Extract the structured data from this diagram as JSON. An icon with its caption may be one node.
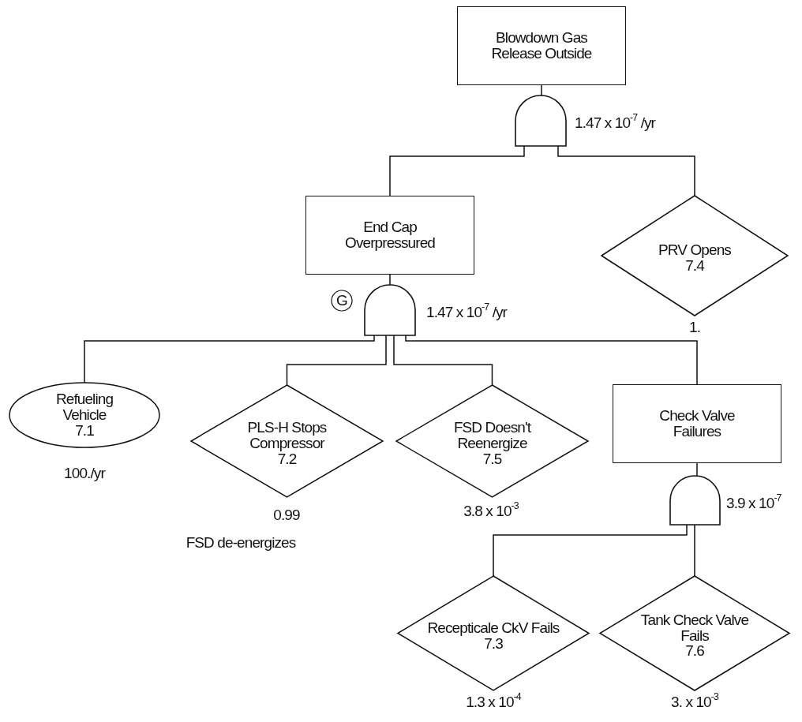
{
  "diagram": {
    "nodes": [
      {
        "text": [
          "Blowdown Gas Release Outside"
        ]
      },
      {
        "text": [],
        "shape": "gate",
        "beside": [
          "1.47 x 10$^{-7}$ /yr"
        ]
      },
      {
        "text": [
          "End Cap Overpressured"
        ]
      },
      {
        "text": [
          "PRV Opens",
          "7.4"
        ],
        "beside": [
          "1."
        ]
      },
      {
        "text": [
          "G"
        ]
      },
      {
        "text": [],
        "shape": "gate",
        "beside": [
          "1.47 x 10$^{-7}$ /yr"
        ]
      },
      {
        "text": [
          "Refueling Vehicle",
          "7.1"
        ],
        "beside": [
          "100./yr"
        ]
      },
      {
        "text": [
          "PLS-H Stops Compressor",
          "7.2"
        ],
        "beside": [
          "0.99",
          "FSD de-energizes"
        ]
      },
      {
        "text": [
          "FSD Doesn't Reenergize",
          "7.5"
        ],
        "beside": [
          "3.8 x 10$^{-3}$"
        ]
      },
      {
        "text": [
          "Check Valve Failures"
        ]
      },
      {
        "text": [],
        "shape": "gate",
        "beside": [
          "3.9 x 10$^{-7}$"
        ]
      },
      {
        "text": [
          "Recepticale CkV Fails",
          "7.3"
        ],
        "beside": [
          "1.3 x 10$^{-4}$"
        ]
      },
      {
        "text": [
          "Tank Check Valve Fails",
          "7.6"
        ],
        "beside": [
          "3. x 10$^{-3}$"
        ]
      }
    ],
    "edges": [
      {
        "from": 0,
        "to": 1,
        "arrow": "none"
      },
      {
        "from": 1,
        "to": 2,
        "arrow": "none"
      },
      {
        "from": 1,
        "to": 3,
        "arrow": "none"
      },
      {
        "from": 2,
        "to": 5,
        "arrow": "none"
      },
      {
        "from": 5,
        "to": 6,
        "arrow": "none"
      },
      {
        "from": 5,
        "to": 7,
        "arrow": "none"
      },
      {
        "from": 5,
        "to": 8,
        "arrow": "none"
      },
      {
        "from": 5,
        "to": 9,
        "arrow": "none"
      },
      {
        "from": 9,
        "to": 10,
        "arrow": "none"
      },
      {
        "from": 10,
        "to": 11,
        "arrow": "none"
      },
      {
        "from": 10,
        "to": 12,
        "arrow": "none"
      }
    ]
  }
}
